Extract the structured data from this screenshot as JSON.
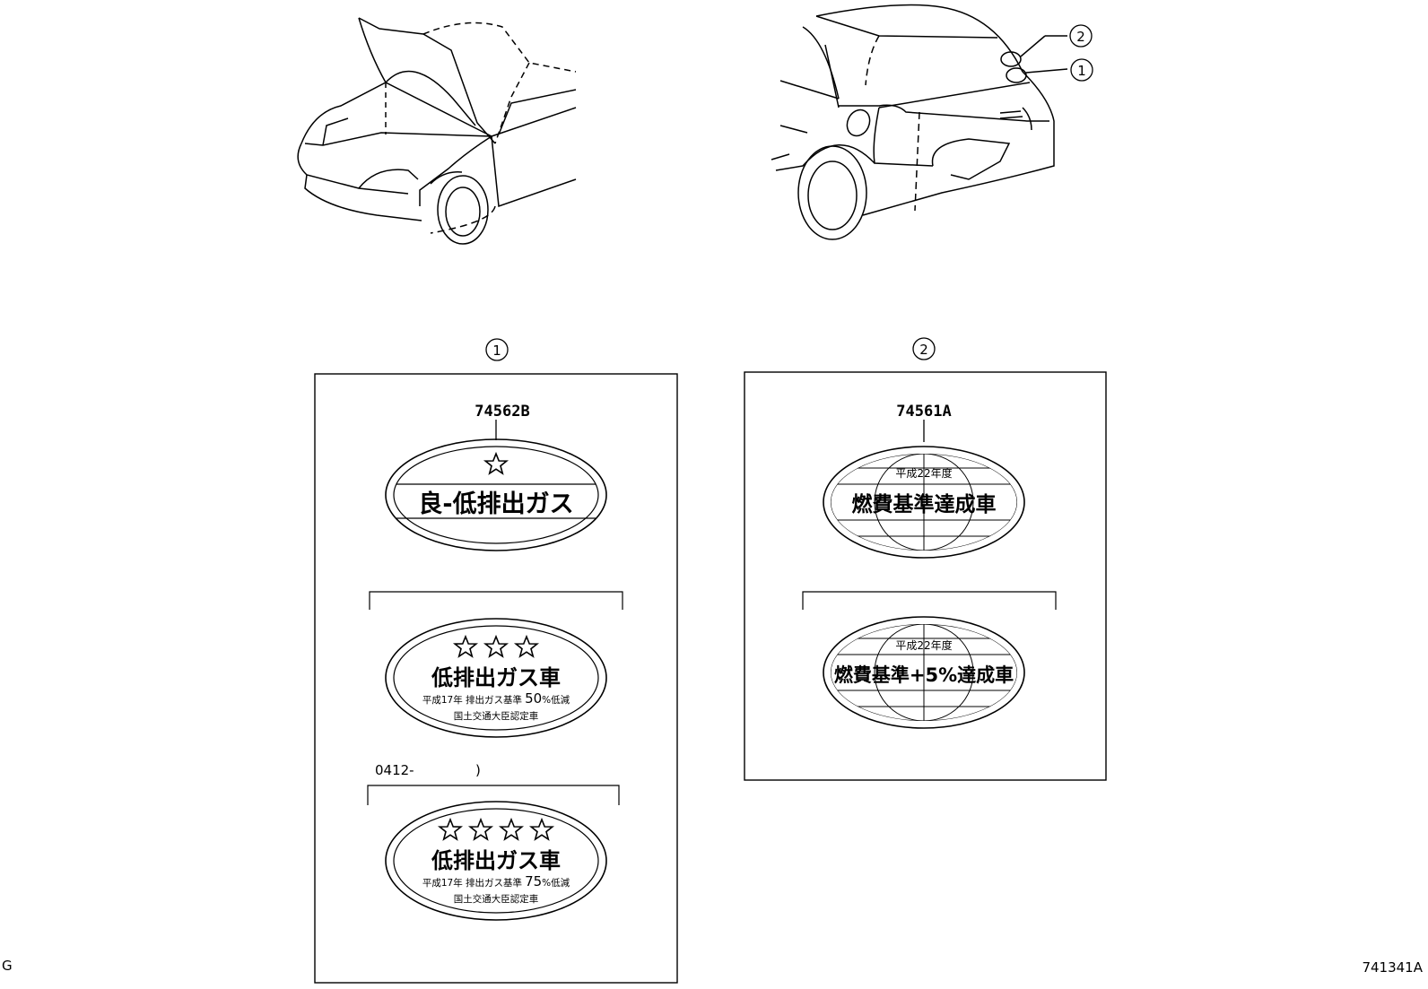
{
  "callouts": {
    "one": "1",
    "two": "2"
  },
  "panel_one": {
    "part_number": "74562B",
    "label_a": {
      "text": "良-低排出ガス"
    },
    "label_b": {
      "title": "低排出ガス車",
      "line1_prefix": "平成17年 排出ガス基準",
      "line1_percent": "50",
      "line1_suffix": "%低減",
      "line2": "国土交通大臣認定車"
    },
    "date_note": "0412-",
    "date_note_close": ")",
    "label_c": {
      "title": "低排出ガス車",
      "line1_prefix": "平成17年 排出ガス基準",
      "line1_percent": "75",
      "line1_suffix": "%低減",
      "line2": "国土交通大臣認定車"
    }
  },
  "panel_two": {
    "part_number": "74561A",
    "label_a": {
      "top": "平成22年度",
      "main": "燃費基準達成車"
    },
    "label_b": {
      "top": "平成22年度",
      "main": "燃費基準+5%達成車"
    }
  },
  "corner_left": "G",
  "corner_right": "741341A"
}
